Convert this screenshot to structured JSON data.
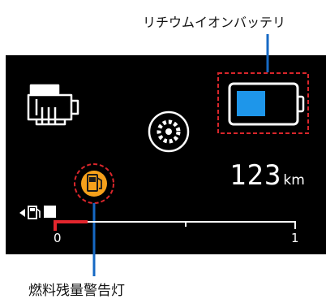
{
  "callouts": {
    "top": "リチウムイオンバッテリ",
    "bottom": "燃料残量警告灯"
  },
  "odometer": {
    "value": "123",
    "unit": "km"
  },
  "fuel_scale": {
    "min_label": "0",
    "max_label": "1"
  },
  "colors": {
    "panel": "#000000",
    "battery_fill": "#1e96ea",
    "warning_light": "#f6a11b",
    "highlight_ring": "#d9262b",
    "leader_line": "#1669c4",
    "scale_low": "#e3262d"
  },
  "icons": [
    "engine-icon",
    "tire-pressure-icon",
    "battery-icon",
    "fuel-warning-icon",
    "fuel-pump-icon"
  ]
}
